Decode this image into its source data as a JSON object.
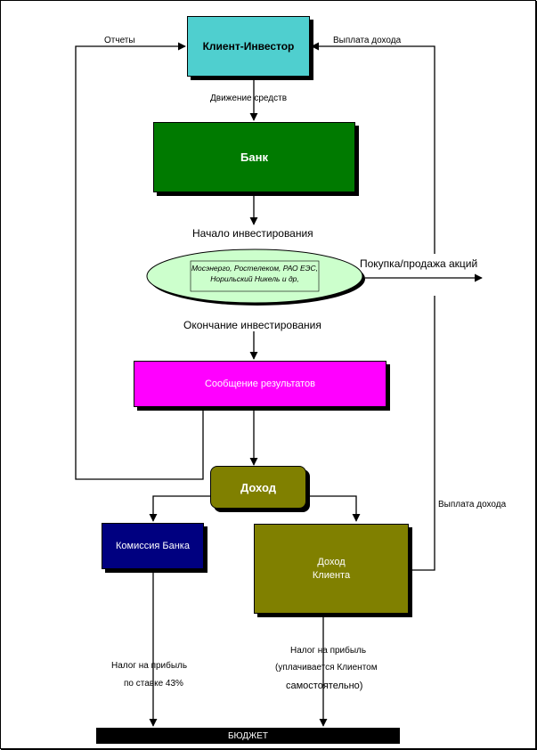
{
  "nodes": {
    "client_investor": "Клиент-Инвестор",
    "bank": "Банк",
    "companies": "Мосэнерго, Ростелеком, РАО ЕЭС, Норильский Никель и др,",
    "results": "Сообщение результатов",
    "income": "Доход",
    "bank_commission": "Комиссия Банка",
    "client_income_line1": "Доход",
    "client_income_line2": "Клиента",
    "budget": "БЮДЖЕТ"
  },
  "labels": {
    "reports": "Отчеты",
    "income_payment_top": "Выплата дохода",
    "funds_movement": "Движение средств",
    "investment_start": "Начало инвестирования",
    "buy_sell_shares": "Покупка/продажа акций",
    "investment_end": "Окончание инвестирования",
    "income_payment_right": "Выплата дохода",
    "bank_tax_line1": "Налог на прибыль",
    "bank_tax_line2": "по ставке 43%",
    "client_tax_line1": "Налог на прибыль",
    "client_tax_line2": "(уплачивается Клиентом",
    "client_tax_line3": "самостоятельно)"
  },
  "colors": {
    "client_investor": "#4fcfcf",
    "bank": "#007a00",
    "companies": "#ccffcc",
    "results": "#ff00ff",
    "income": "#808000",
    "bank_commission": "#000080",
    "client_income": "#808000",
    "budget": "#000000"
  }
}
